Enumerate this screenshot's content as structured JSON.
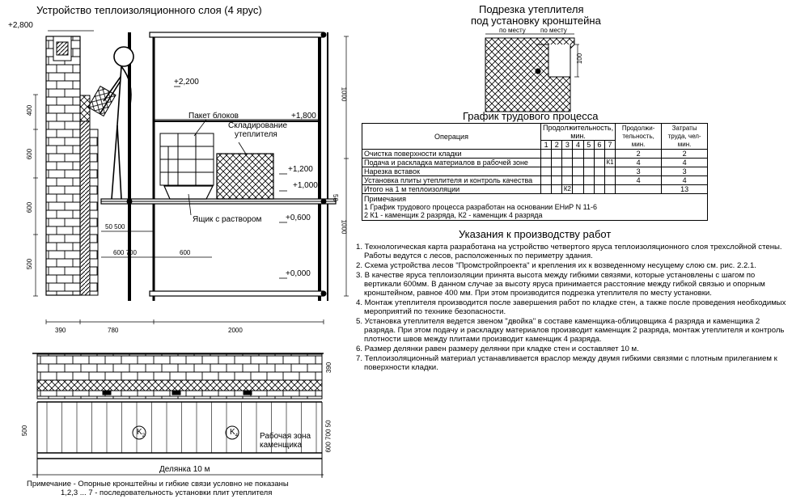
{
  "left": {
    "title": "Устройство теплоизоляционного слоя (4 ярус)",
    "labels": {
      "block_package": "Пакет блоков",
      "storage_1": "Складирование",
      "storage_2": "утеплителя",
      "mortar_box": "Ящик с раствором"
    },
    "levels": [
      "+2,800",
      "+2,200",
      "+1,800",
      "+1,200",
      "+1,000",
      "+0,600",
      "+0,000"
    ],
    "dims": {
      "d390": "390",
      "d780": "780",
      "d2000": "2000",
      "d400": "400",
      "d600a": "600",
      "d600b": "600",
      "d500": "500",
      "d1000a": "1000",
      "d1000b": "1000",
      "d50": "50",
      "d50_500": "50  500",
      "d600_700": "600  700",
      "d600c": "600"
    }
  },
  "plan": {
    "worker1": "K",
    "worker1_sub": "2",
    "worker2": "K",
    "worker2_sub": "4",
    "work_zone_1": "Рабочая зона",
    "work_zone_2": "каменщика",
    "section": "Делянка 10 м",
    "dims": {
      "d390": "390",
      "d600_700_50": "600  700  50",
      "d500": "500"
    },
    "note_1": "Примечание - Опорные кронштейны и гибкие связи условно не показаны",
    "note_2": "1,2,3 ... 7 - последовательность установки плит утеплителя"
  },
  "cut": {
    "title_1": "Подрезка утеплителя",
    "title_2": "под установку кронштейна",
    "label_left": "по месту",
    "label_right": "по месту",
    "dim": "100"
  },
  "schedule": {
    "title": "График трудового процесса",
    "headers": {
      "operation": "Операция",
      "duration": "Продолжительность, мин.",
      "days": [
        "1",
        "2",
        "3",
        "4",
        "5",
        "6",
        "7"
      ],
      "length": "Продолжи-тельность, мин.",
      "labor": "Затраты труда, чел-мин."
    },
    "rows": [
      {
        "op": "Очистка поверхности кладки",
        "mark": "",
        "len": "2",
        "labor": "2"
      },
      {
        "op": "Подача и раскладка материалов в рабочей зоне",
        "mark": "К1",
        "len": "4",
        "labor": "4"
      },
      {
        "op": "Нарезка вставок",
        "mark": "",
        "len": "3",
        "labor": "3"
      },
      {
        "op": "Установка плиты утеплителя и контроль качества",
        "mark": "",
        "len": "4",
        "labor": "4"
      },
      {
        "op": "Итого на 1 м  теплоизоляции",
        "mark": "К2",
        "len": "",
        "labor": "13"
      }
    ],
    "notes_title": "Примечания",
    "note_1": "1 График трудового процесса разработан на основании ЕНиР N 11-6",
    "note_2": "2 К1 - каменщик 2 разряда, К2 - каменщик 4 разряда"
  },
  "instructions": {
    "title": "Указания к производству работ",
    "items": [
      "1. Технологическая карта разработана на устройство четвертого яруса теплоизоляционного слоя трехслойной стены. Работы ведутся с лесов, расположенных по периметру здания.",
      "2. Схема устройства лесов \"Промстройпроекта\" и крепления их к возведенному несущему слою см. рис. 2.2.1.",
      "3. В качестве яруса теплоизоляции принята высота между гибкими связями, которые установлены с шагом по вертикали 600мм. В данном случае за высоту яруса принимается расстояние между гибкой связью и опорным кронштейном, равное 400 мм. При этом производится подрезка утеплителя по месту установки.",
      "4. Монтаж утеплителя производится после завершения работ по кладке стен, а также после проведения необходимых мероприятий по  технике безопасности.",
      "5. Установка утеплителя ведется звеном \"двойка\" в составе каменщика-облицовщика 4 разряда и каменщика 2 разряда. При этом подачу и раскладку материалов производит каменщик 2 разряда, монтаж утеплителя и контроль плотности швов между плитами производит каменщик 4 разряда.",
      "6. Размер делянки равен размеру делянки при кладке стен и составляет 10 м.",
      "7. Теплоизоляционный материал устанавливается враслор между двумя гибкими связями с плотным прилеганием к поверхности кладки."
    ]
  }
}
